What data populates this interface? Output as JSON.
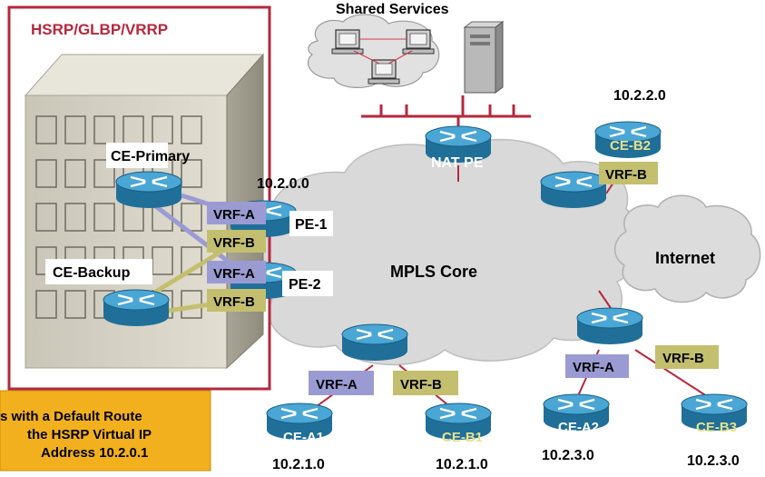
{
  "labels": {
    "hsrp": "HSRP/GLBP/VRRP",
    "shared_services": "Shared Services",
    "ce_primary": "CE-Primary",
    "ce_backup": "CE-Backup",
    "pe1": "PE-1",
    "pe2": "PE-2",
    "nat_pe": "NAT PE",
    "mpls_core": "MPLS Core",
    "internet": "Internet",
    "net_10_2_0_0": "10.2.0.0",
    "net_10_2_2_0": "10.2.2.0",
    "ce_b2": "CE-B2",
    "ce_a1": "CE-A1",
    "ce_b1": "CE-B1",
    "ce_a2": "CE-A2",
    "ce_b3": "CE-B3",
    "net_a1": "10.2.1.0",
    "net_b1": "10.2.1.0",
    "net_a2": "10.2.3.0",
    "net_b3": "10.2.3.0"
  },
  "vrf": {
    "a": "VRF-A",
    "b": "VRF-B"
  },
  "note": {
    "line1": "s with a Default Route",
    "line2": "the HSRP Virtual IP",
    "line3": "Address 10.2.0.1"
  },
  "colors": {
    "router_body": "#2f86b3",
    "router_top": "#5fb4de",
    "vrf_a": "#9b9bd3",
    "vrf_b": "#c3bf6e",
    "hsrp_red": "#b5283c",
    "note_fill": "#f2b01e",
    "cloud": "#d9d9d9",
    "building": "#d4d0c2"
  }
}
